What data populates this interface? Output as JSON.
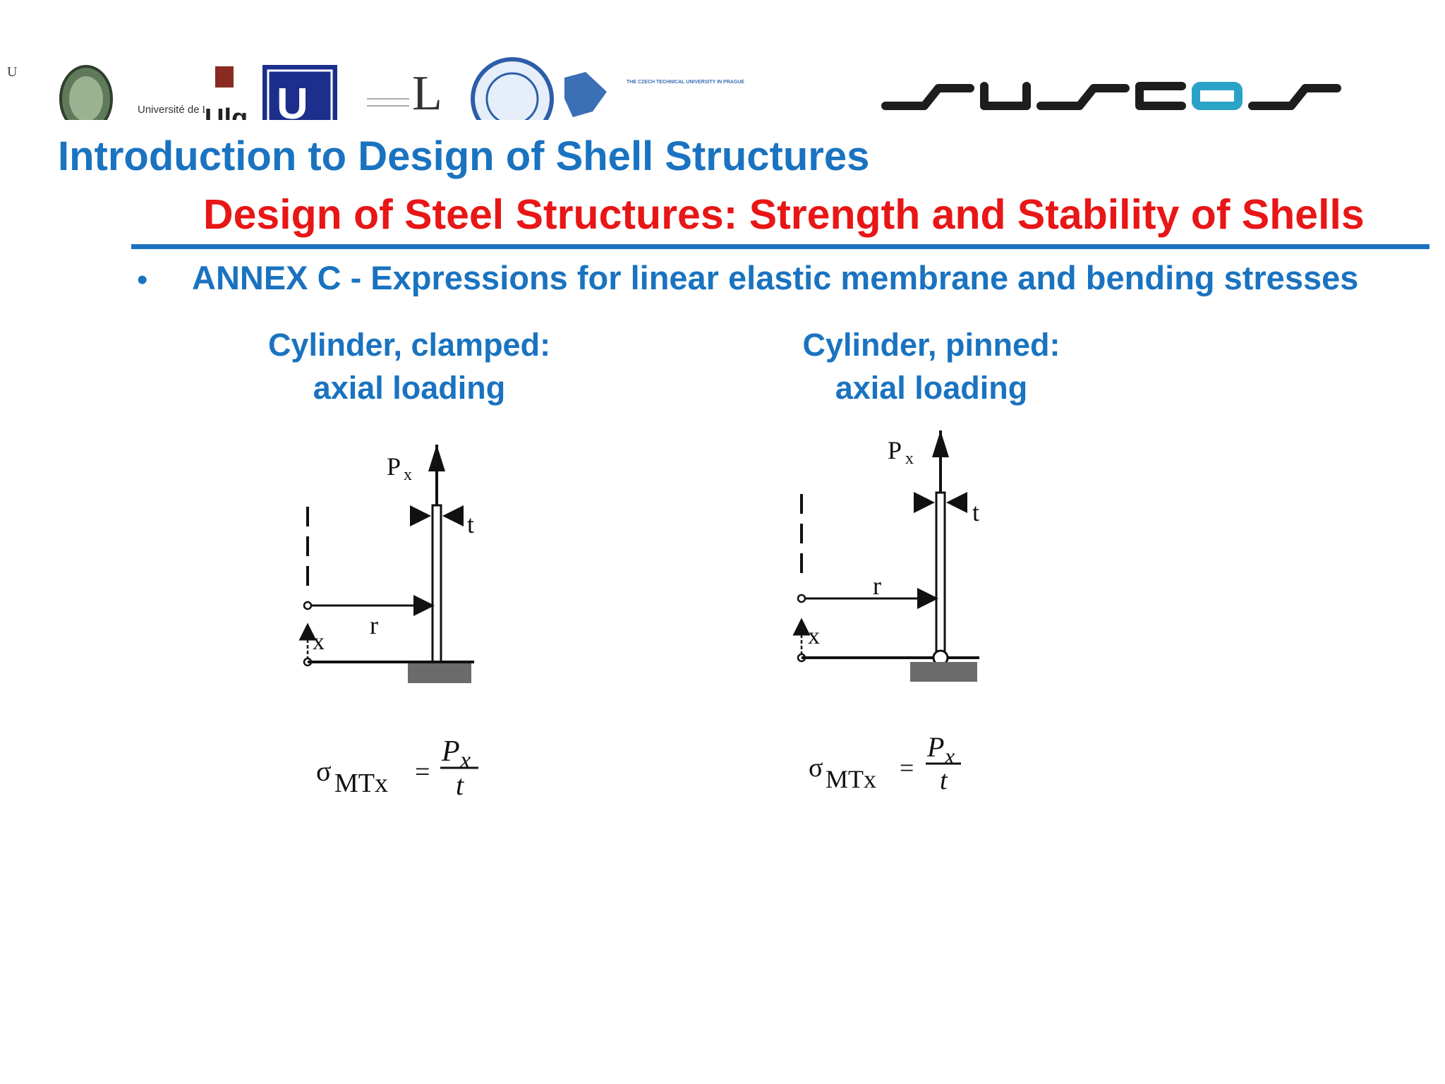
{
  "header": {
    "logos": [
      {
        "name": "small-u-mark",
        "text": "U"
      },
      {
        "name": "seal",
        "text": ""
      },
      {
        "name": "universite-de-liege",
        "text": "Université de Liège"
      },
      {
        "name": "ulg",
        "text": "Ulg"
      },
      {
        "name": "ut",
        "text": "U"
      },
      {
        "name": "lulea",
        "text": "L"
      },
      {
        "name": "napoli-seal",
        "text": ""
      },
      {
        "name": "czech-technical-university",
        "text": "THE CZECH TECHNICAL UNIVERSITY IN PRAGUE"
      },
      {
        "name": "suscos",
        "text": "suscos"
      }
    ]
  },
  "title": "Introduction to Design of Shell Structures",
  "subtitle": "Design of Steel Structures: Strength and Stability of Shells",
  "bullet": {
    "symbol": "•",
    "text": "ANNEX C - Expressions for linear elastic membrane and bending stresses"
  },
  "cases": [
    {
      "title_line1": "Cylinder, clamped:",
      "title_line2": "axial loading",
      "labels": {
        "load": "P",
        "load_sub": "x",
        "thickness": "t",
        "radius": "r",
        "axis": "x"
      },
      "formula": {
        "lhs": "σ",
        "lhs_sub": "MTx",
        "eq": "=",
        "num": "P",
        "num_sub": "x",
        "den": "t"
      }
    },
    {
      "title_line1": "Cylinder, pinned:",
      "title_line2": "axial loading",
      "labels": {
        "load": "P",
        "load_sub": "x",
        "thickness": "t",
        "radius": "r",
        "axis": "x"
      },
      "formula": {
        "lhs": "σ",
        "lhs_sub": "MTx",
        "eq": "=",
        "num": "P",
        "num_sub": "x",
        "den": "t"
      }
    }
  ],
  "colors": {
    "blue": "#1a73c0",
    "red": "#e81616",
    "ground": "#6b6b6b"
  }
}
